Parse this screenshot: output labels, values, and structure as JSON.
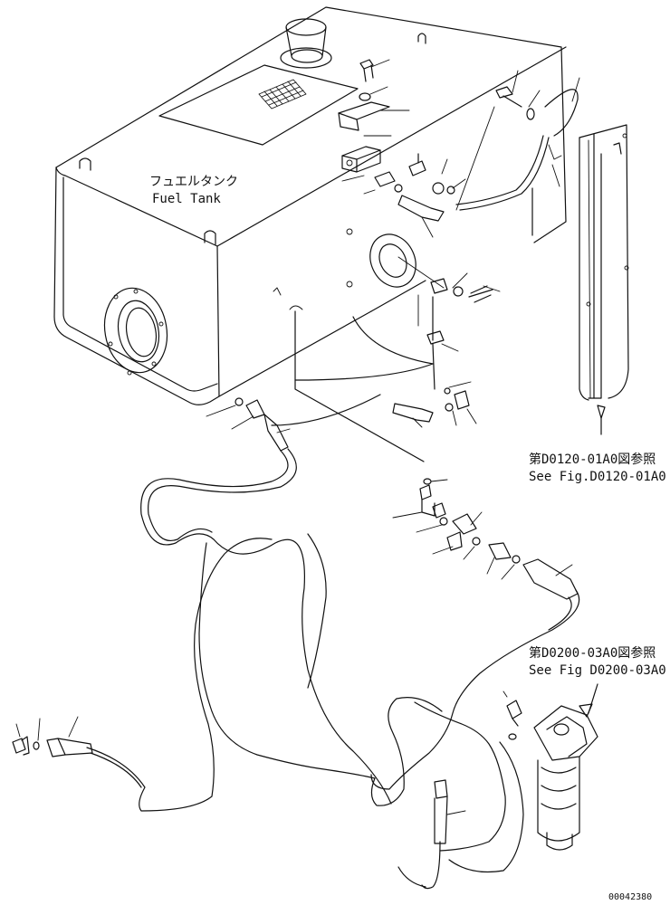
{
  "fuel_tank_label": {
    "jp": "フュエルタンク",
    "en": "Fuel Tank"
  },
  "references": [
    {
      "jp": "第D0120-01A0図参照",
      "en": "See Fig.D0120-01A0"
    },
    {
      "jp": "第D0200-03A0図参照",
      "en": "See Fig D0200-03A0"
    }
  ],
  "drawing_number": "00042380"
}
